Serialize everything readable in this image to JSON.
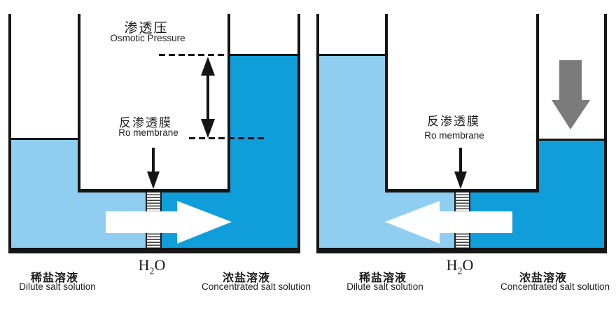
{
  "figure": {
    "colors": {
      "dilute_solution_fill": "#8FCEF0",
      "concentrated_solution_fill": "#109EDB",
      "wall_stroke": "#151515",
      "applied_pressure_arrow_gray": "#7B7B7B",
      "flow_arrow_fill": "#FFFFFF"
    },
    "left": {
      "osmotic_zh": "渗透压",
      "osmotic_en": "Osmotic Pressure",
      "membrane_zh": "反渗透膜",
      "membrane_en": "Ro membrane",
      "h2o": {
        "h": "H",
        "sub": "2",
        "o": "O"
      },
      "dilute_zh": "稀盐溶液",
      "dilute_en": "Dilute salt solution",
      "concentrated_zh": "浓盐溶液",
      "concentrated_en": "Concentrated salt solution"
    },
    "right": {
      "membrane_zh": "反渗透膜",
      "membrane_en": "Ro membrane",
      "h2o": {
        "h": "H",
        "sub": "2",
        "o": "O"
      },
      "dilute_zh": "稀盐溶液",
      "dilute_en": "Dilute salt solution",
      "concentrated_zh": "浓盐溶液",
      "concentrated_en": "Concentrated salt solution"
    }
  }
}
